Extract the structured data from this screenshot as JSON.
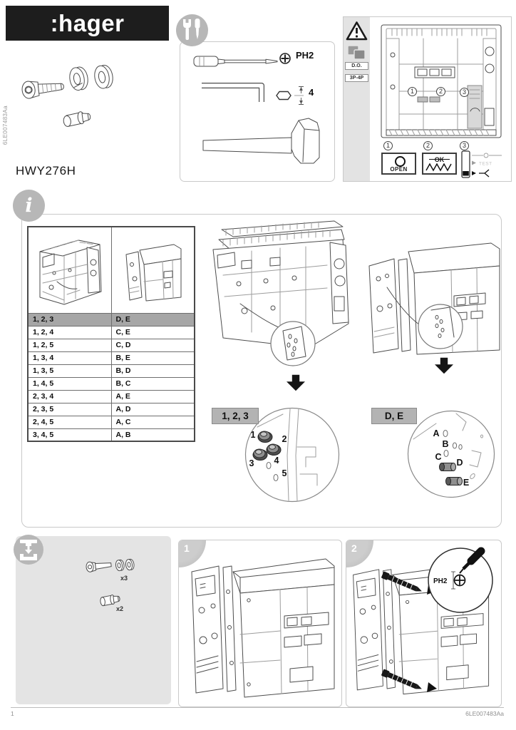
{
  "header": {
    "brand": ":hager"
  },
  "product": {
    "code": "HWY276H",
    "doc_code_side": "6LE007483Aa"
  },
  "tools": {
    "screwdriver_label": "PH2",
    "allen_key_size": "4"
  },
  "overview": {
    "do_label": "D.O.",
    "poles_label": "3P-4P",
    "callout_1": "1",
    "callout_2": "2",
    "callout_3": "3",
    "open_label": "OPEN",
    "ok_label": "OK",
    "test_label": "TEST"
  },
  "compatibility": {
    "rows": [
      {
        "pins": "1, 2, 3",
        "sockets": "D, E"
      },
      {
        "pins": "1, 2, 4",
        "sockets": "C, E"
      },
      {
        "pins": "1, 2, 5",
        "sockets": "C, D"
      },
      {
        "pins": "1, 3, 4",
        "sockets": "B, E"
      },
      {
        "pins": "1, 3, 5",
        "sockets": "B, D"
      },
      {
        "pins": "1, 4, 5",
        "sockets": "B, C"
      },
      {
        "pins": "2, 3, 4",
        "sockets": "A, E"
      },
      {
        "pins": "2, 3, 5",
        "sockets": "A, D"
      },
      {
        "pins": "2, 4, 5",
        "sockets": "A, C"
      },
      {
        "pins": "3, 4, 5",
        "sockets": "A, B"
      }
    ],
    "left_detail": {
      "label": "1, 2, 3",
      "points": [
        "1",
        "2",
        "3",
        "4",
        "5"
      ]
    },
    "right_detail": {
      "label": "D, E",
      "points": [
        "A",
        "B",
        "C",
        "D",
        "E"
      ]
    }
  },
  "assembly": {
    "screw_qty": "x3",
    "pin_qty": "x2",
    "step_1": "1",
    "step_2": "2",
    "step2_tool": "PH2"
  },
  "footer": {
    "page": "1",
    "doc_code": "6LE007483Aa"
  }
}
